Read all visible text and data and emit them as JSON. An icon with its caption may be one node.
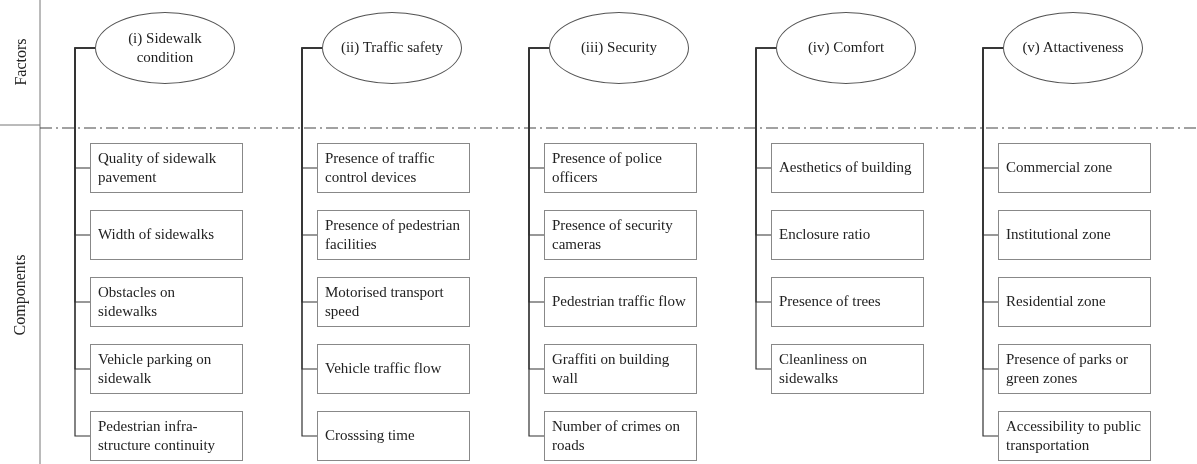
{
  "diagram": {
    "nodes": [
      {
        "text": [
          "(i) Sidewalk condition"
        ]
      },
      {
        "text": [
          "Quality of sidewalk pavement"
        ]
      },
      {
        "text": [
          "Width of sidewalks"
        ]
      },
      {
        "text": [
          "Obstacles on sidewalks"
        ]
      },
      {
        "text": [
          "Vehicle parking on sidewalk"
        ]
      },
      {
        "text": [
          "Pedestrian infra-structure continuity"
        ]
      },
      {
        "text": [
          "(ii) Traffic safety"
        ]
      },
      {
        "text": [
          "Presence of traffic control devices"
        ]
      },
      {
        "text": [
          "Presence of pedestrian facilities"
        ]
      },
      {
        "text": [
          "Motorised transport speed"
        ]
      },
      {
        "text": [
          "Vehicle traffic flow"
        ]
      },
      {
        "text": [
          "Crosssing time"
        ]
      },
      {
        "text": [
          "(iii) Security"
        ]
      },
      {
        "text": [
          "Presence of police officers"
        ]
      },
      {
        "text": [
          "Presence of security cameras"
        ]
      },
      {
        "text": [
          "Pedestrian traffic flow"
        ]
      },
      {
        "text": [
          "Graffiti on building wall"
        ]
      },
      {
        "text": [
          "Number of crimes on roads"
        ]
      },
      {
        "text": [
          "(iv) Comfort"
        ]
      },
      {
        "text": [
          "Aesthetics of building"
        ]
      },
      {
        "text": [
          "Enclosure ratio"
        ]
      },
      {
        "text": [
          "Presence of trees"
        ]
      },
      {
        "text": [
          "Cleanliness on sidewalks"
        ]
      },
      {
        "text": [
          "(v) Attactiveness"
        ]
      },
      {
        "text": [
          "Commercial zone"
        ]
      },
      {
        "text": [
          "Institutional zone"
        ]
      },
      {
        "text": [
          "Residential zone"
        ]
      },
      {
        "text": [
          "Presence of parks or green zones"
        ]
      },
      {
        "text": [
          "Accessibility to public transportation"
        ]
      }
    ],
    "edges": [
      {
        "from": 0,
        "to": 1,
        "arrow": "none"
      },
      {
        "from": 0,
        "to": 2,
        "arrow": "none"
      },
      {
        "from": 0,
        "to": 3,
        "arrow": "none"
      },
      {
        "from": 0,
        "to": 4,
        "arrow": "none"
      },
      {
        "from": 0,
        "to": 5,
        "arrow": "none"
      },
      {
        "from": 6,
        "to": 7,
        "arrow": "none"
      },
      {
        "from": 6,
        "to": 8,
        "arrow": "none"
      },
      {
        "from": 6,
        "to": 9,
        "arrow": "none"
      },
      {
        "from": 6,
        "to": 10,
        "arrow": "none"
      },
      {
        "from": 6,
        "to": 11,
        "arrow": "none"
      },
      {
        "from": 12,
        "to": 13,
        "arrow": "none"
      },
      {
        "from": 12,
        "to": 14,
        "arrow": "none"
      },
      {
        "from": 12,
        "to": 15,
        "arrow": "none"
      },
      {
        "from": 12,
        "to": 16,
        "arrow": "none"
      },
      {
        "from": 12,
        "to": 17,
        "arrow": "none"
      },
      {
        "from": 18,
        "to": 19,
        "arrow": "none"
      },
      {
        "from": 18,
        "to": 20,
        "arrow": "none"
      },
      {
        "from": 18,
        "to": 21,
        "arrow": "none"
      },
      {
        "from": 18,
        "to": 22,
        "arrow": "none"
      },
      {
        "from": 23,
        "to": 24,
        "arrow": "none"
      },
      {
        "from": 23,
        "to": 25,
        "arrow": "none"
      },
      {
        "from": 23,
        "to": 26,
        "arrow": "none"
      },
      {
        "from": 23,
        "to": 27,
        "arrow": "none"
      },
      {
        "from": 23,
        "to": 28,
        "arrow": "none"
      }
    ],
    "labels": [
      "Factors",
      "Components"
    ]
  }
}
